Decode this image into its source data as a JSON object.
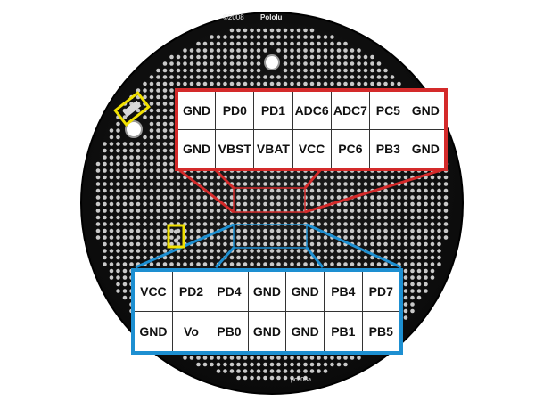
{
  "board": {
    "copyright": "©2008",
    "brand": "Pololu",
    "part_number": "pcb06a",
    "colors": {
      "board": "#111111",
      "pad": "#c9c9c9",
      "red_callout": "#d42a2a",
      "blue_callout": "#1d8fd1",
      "highlight": "#f0e000"
    }
  },
  "top_header": {
    "rows": [
      [
        "GND",
        "PD0",
        "PD1",
        "ADC6",
        "ADC7",
        "PC5",
        "GND"
      ],
      [
        "GND",
        "VBST",
        "VBAT",
        "VCC",
        "PC6",
        "PB3",
        "GND"
      ]
    ]
  },
  "bottom_header": {
    "rows": [
      [
        "VCC",
        "PD2",
        "PD4",
        "GND",
        "GND",
        "PB4",
        "PD7"
      ],
      [
        "GND",
        "Vo",
        "PB0",
        "GND",
        "GND",
        "PB1",
        "PB5"
      ]
    ]
  }
}
